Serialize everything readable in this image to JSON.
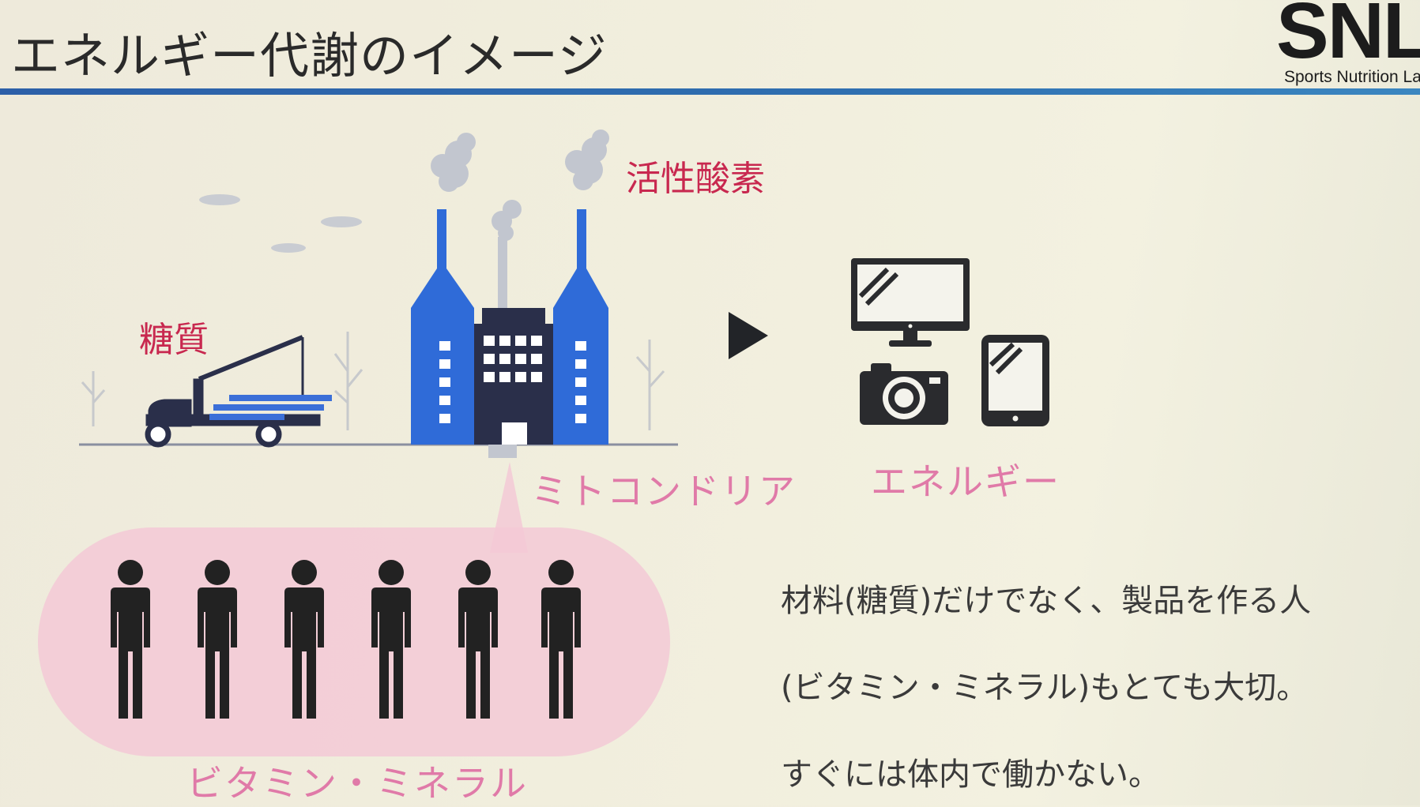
{
  "header": {
    "title": "エネルギー代謝のイメージ",
    "logo_big": "SNL",
    "logo_small": "Sports Nutrition La"
  },
  "diagram": {
    "sugar_label": "糖質",
    "active_oxygen_label": "活性酸素",
    "mitochondria_label": "ミトコンドリア",
    "energy_label": "エネルギー",
    "vitamin_label": "ビタミン・ミネラル",
    "people_count": 6
  },
  "explanation": {
    "line1": "材料(糖質)だけでなく、製品を作る人",
    "line2": "(ビタミン・ミネラル)もとても大切。",
    "line3": "すぐには体内で働かない。"
  },
  "colors": {
    "accent_blue": "#2f6fb0",
    "label_red": "#c8284f",
    "label_pink": "#e07aa8",
    "factory_blue": "#2f6bd8",
    "factory_dark": "#2a2f4a"
  }
}
